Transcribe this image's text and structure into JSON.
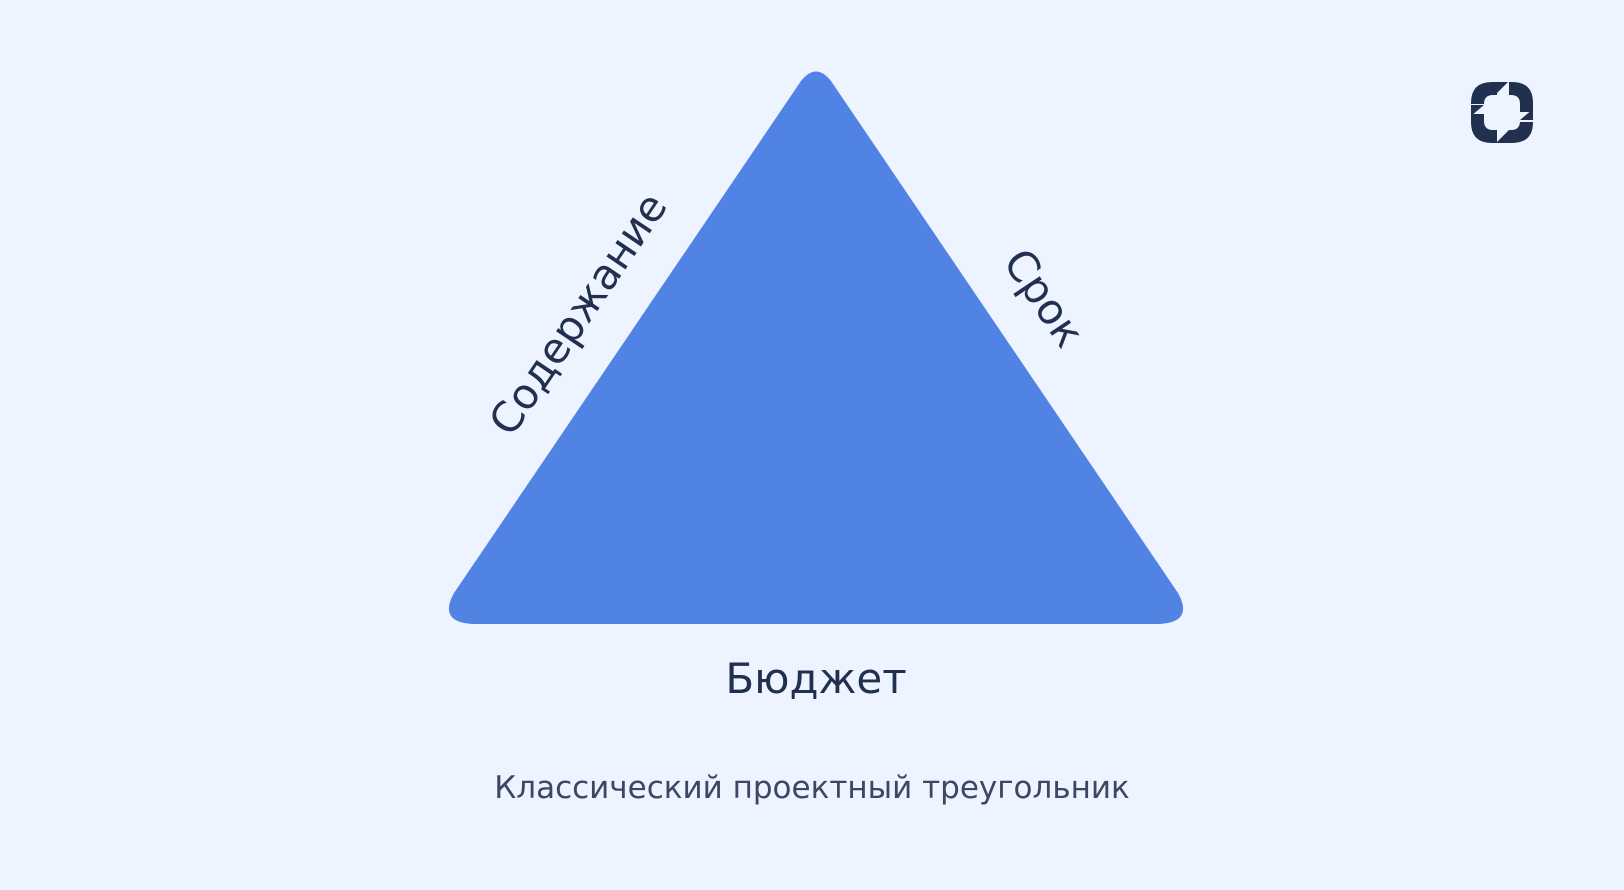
{
  "diagram": {
    "left_edge_label": "Содержание",
    "right_edge_label": "Срок",
    "bottom_edge_label": "Бюджет",
    "caption": "Классический проектный треугольник"
  },
  "logo": {
    "icon": "refresh-square-logo-icon"
  },
  "colors": {
    "background": "#EDF3FF",
    "triangle": "#5083E4",
    "text": "#22304F",
    "logo": "#22304F"
  }
}
